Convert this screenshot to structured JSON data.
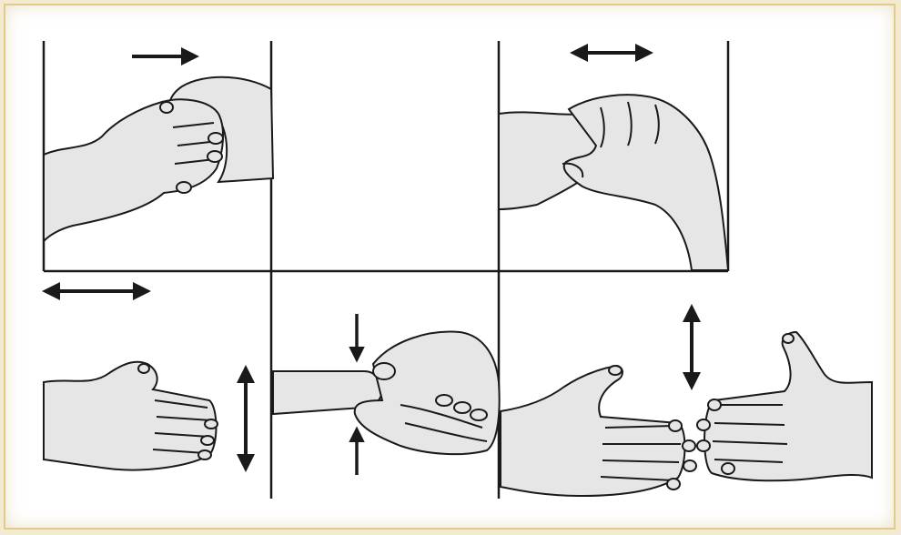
{
  "colors": {
    "background": "#ffffff",
    "frame_border": "#e3c98a",
    "outline": "#1a1a1a",
    "hand_fill": "#e6e6e6"
  },
  "panels": [
    {
      "name": "push-right",
      "arrow": "right-arrow"
    },
    {
      "name": "empty"
    },
    {
      "name": "grip-twist",
      "arrow": "left-right-arrow"
    },
    {
      "name": "slide",
      "arrow": "left-right-arrow"
    },
    {
      "name": "pinch",
      "arrow": "converging-vertical-arrows"
    },
    {
      "name": "fingertip-contact",
      "arrow": "up-down-arrow"
    }
  ]
}
